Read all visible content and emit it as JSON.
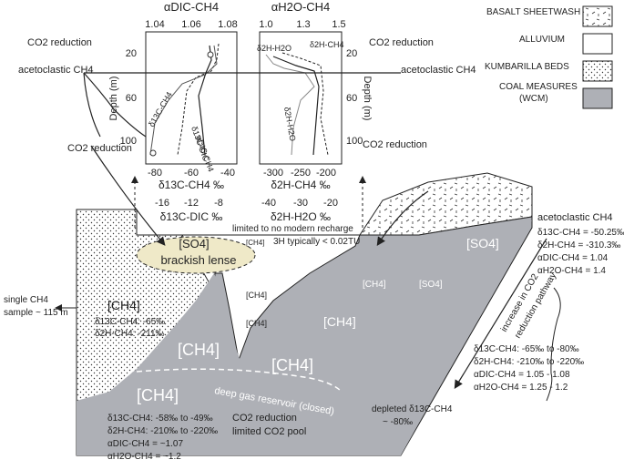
{
  "top_axes": {
    "alpha_dic": {
      "label": "αDIC-CH4",
      "ticks": [
        "1.04",
        "1.06",
        "1.08"
      ]
    },
    "alpha_h2o": {
      "label": "αH2O-CH4",
      "ticks": [
        "1.0",
        "1.3",
        "1.5"
      ]
    }
  },
  "left_axis": {
    "label": "Depth (m)",
    "ticks": [
      "20",
      "60",
      "100"
    ]
  },
  "right_axis": {
    "label": "Depth (m)",
    "ticks": [
      "20",
      "60",
      "100"
    ]
  },
  "bottom_axes": {
    "d13c_ch4": {
      "label": "δ13C-CH4 ‰",
      "ticks": [
        "-80",
        "-60",
        "-40"
      ]
    },
    "d13c_dic": {
      "label": "δ13C-DIC ‰",
      "ticks": [
        "-16",
        "-12",
        "-8"
      ]
    },
    "d2h_ch4": {
      "label": "δ2H-CH4 ‰",
      "ticks": [
        "-300",
        "-250",
        "-200"
      ]
    },
    "d2h_h2o": {
      "label": "δ2H-H2O ‰",
      "ticks": [
        "-40",
        "-30",
        "-20"
      ]
    }
  },
  "curve_labels": {
    "d13c_dic": "δ13C-DIC",
    "d13c_ch4": "δ13C-CH4",
    "alpha_dic": "αDIC-CH4",
    "d2h_h2o": "δ2H-H2O",
    "d2h_ch4": "δ2H-CH4",
    "alpha_h2o": "αH2O-CH4"
  },
  "zones": {
    "co2_top_left": "CO2 reduction",
    "co2_top_right": "CO2 reduction",
    "aceto_left": "acetoclastic CH4",
    "aceto_right": "acetoclastic CH4",
    "co2_lower_left": "CO2 reduction",
    "co2_lower_right": "CO2 reduction"
  },
  "legend": [
    {
      "label": "BASALT SHEETWASH",
      "pattern": "dash"
    },
    {
      "label": "ALLUVIUM",
      "pattern": "white"
    },
    {
      "label": "KUMBARILLA BEDS",
      "pattern": "dots"
    },
    {
      "label": "COAL MEASURES",
      "label2": "(WCM)",
      "pattern": "grey"
    }
  ],
  "recharge": {
    "line1": "limited to no modern recharge",
    "line2": "3H typically < 0.02TU"
  },
  "lense": {
    "line1": "[SO4]",
    "line2": "brackish lense"
  },
  "single_sample": {
    "line1": "single CH4",
    "line2": "sample ~ 115 m"
  },
  "left_box": {
    "title": "[CH4]",
    "d13c": "δ13C-CH4: -65‰",
    "d2h": "δ2H-CH4: -211‰"
  },
  "species": {
    "ch4": "[CH4]",
    "so4": "[SO4]"
  },
  "reservoir_label": "deep gas reservoir (closed)",
  "bottom_stats": [
    "δ13C-CH4: -58‰ to -49‰",
    "δ2H-CH4: -210‰ to -220‰",
    "αDIC-CH4 = ~1.07",
    "αH2O-CH4 = ~1.2"
  ],
  "co2_pool": {
    "line1": "CO2 reduction",
    "line2": "limited CO2 pool"
  },
  "aceto_stats": {
    "title": "acetoclastic CH4",
    "lines": [
      "δ13C-CH4 = -50.25‰",
      "δ2H-CH4 = -310.3‰",
      "αDIC-CH4 = 1.04",
      "αH2O-CH4 = 1.4"
    ]
  },
  "pathway_label": {
    "line1": "increase in CO2",
    "line2": "reduction pathway"
  },
  "co2_stats": [
    "δ13C-CH4: -65‰ to -80‰",
    "δ2H-CH4: -210‰ to -220‰",
    "αDIC-CH4 = 1.05 - 1.08",
    "αH2O-CH4 = 1.25 - 1.2"
  ],
  "depleted": {
    "line1": "depleted δ13C-CH4",
    "line2": "~ -80‰"
  },
  "colors": {
    "coal": "#aeb0b6",
    "lense": "#efe9c8",
    "line": "#222222"
  }
}
